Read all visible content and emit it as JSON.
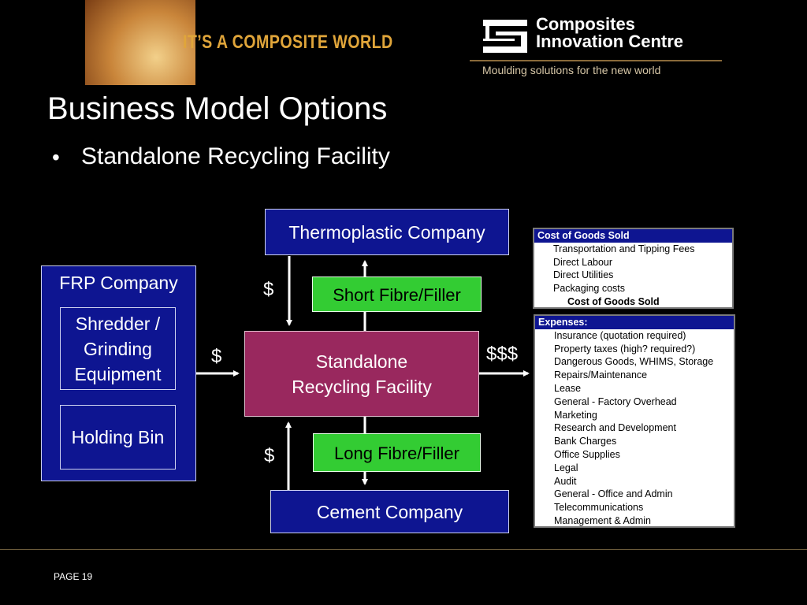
{
  "header": {
    "tagline": "IT’S A COMPOSITE WORLD",
    "logo_line1": "Composites",
    "logo_line2": "Innovation Centre",
    "logo_tagline": "Moulding solutions for the new world"
  },
  "slide": {
    "title": "Business Model Options",
    "bullet": "Standalone Recycling Facility"
  },
  "diagram": {
    "thermoplastic": "Thermoplastic Company",
    "short_fibre": "Short Fibre/Filler",
    "standalone_line1": "Standalone",
    "standalone_line2": "Recycling Facility",
    "long_fibre": "Long Fibre/Filler",
    "cement": "Cement Company",
    "frp": "FRP Company",
    "shredder_line1": "Shredder /",
    "shredder_line2": "Grinding",
    "shredder_line3": "Equipment",
    "holding_bin": "Holding Bin",
    "dollar_top": "$",
    "dollar_left": "$",
    "dollar_right": "$$$",
    "dollar_bottom": "$"
  },
  "cost_of_goods": {
    "header": "Cost of Goods Sold",
    "items": [
      "Transportation and Tipping Fees",
      "Direct Labour",
      "Direct Utilities",
      "Packaging costs"
    ],
    "total": "Cost of Goods Sold"
  },
  "expenses": {
    "header": "Expenses:",
    "items": [
      "Insurance (quotation required)",
      "Property taxes (high? required?)",
      "Dangerous Goods, WHIMS, Storage",
      "Repairs/Maintenance",
      "Lease",
      "General - Factory Overhead",
      "Marketing",
      "Research and Development",
      "Bank Charges",
      "Office Supplies",
      "Legal",
      "Audit",
      "General - Office and Admin",
      "Telecommunications",
      "Management  & Admin"
    ]
  },
  "footer": {
    "page": "PAGE 19"
  },
  "colors": {
    "navy": "#0e1591",
    "green": "#33cc33",
    "maroon": "#99285e",
    "gold": "#e0a53a"
  }
}
